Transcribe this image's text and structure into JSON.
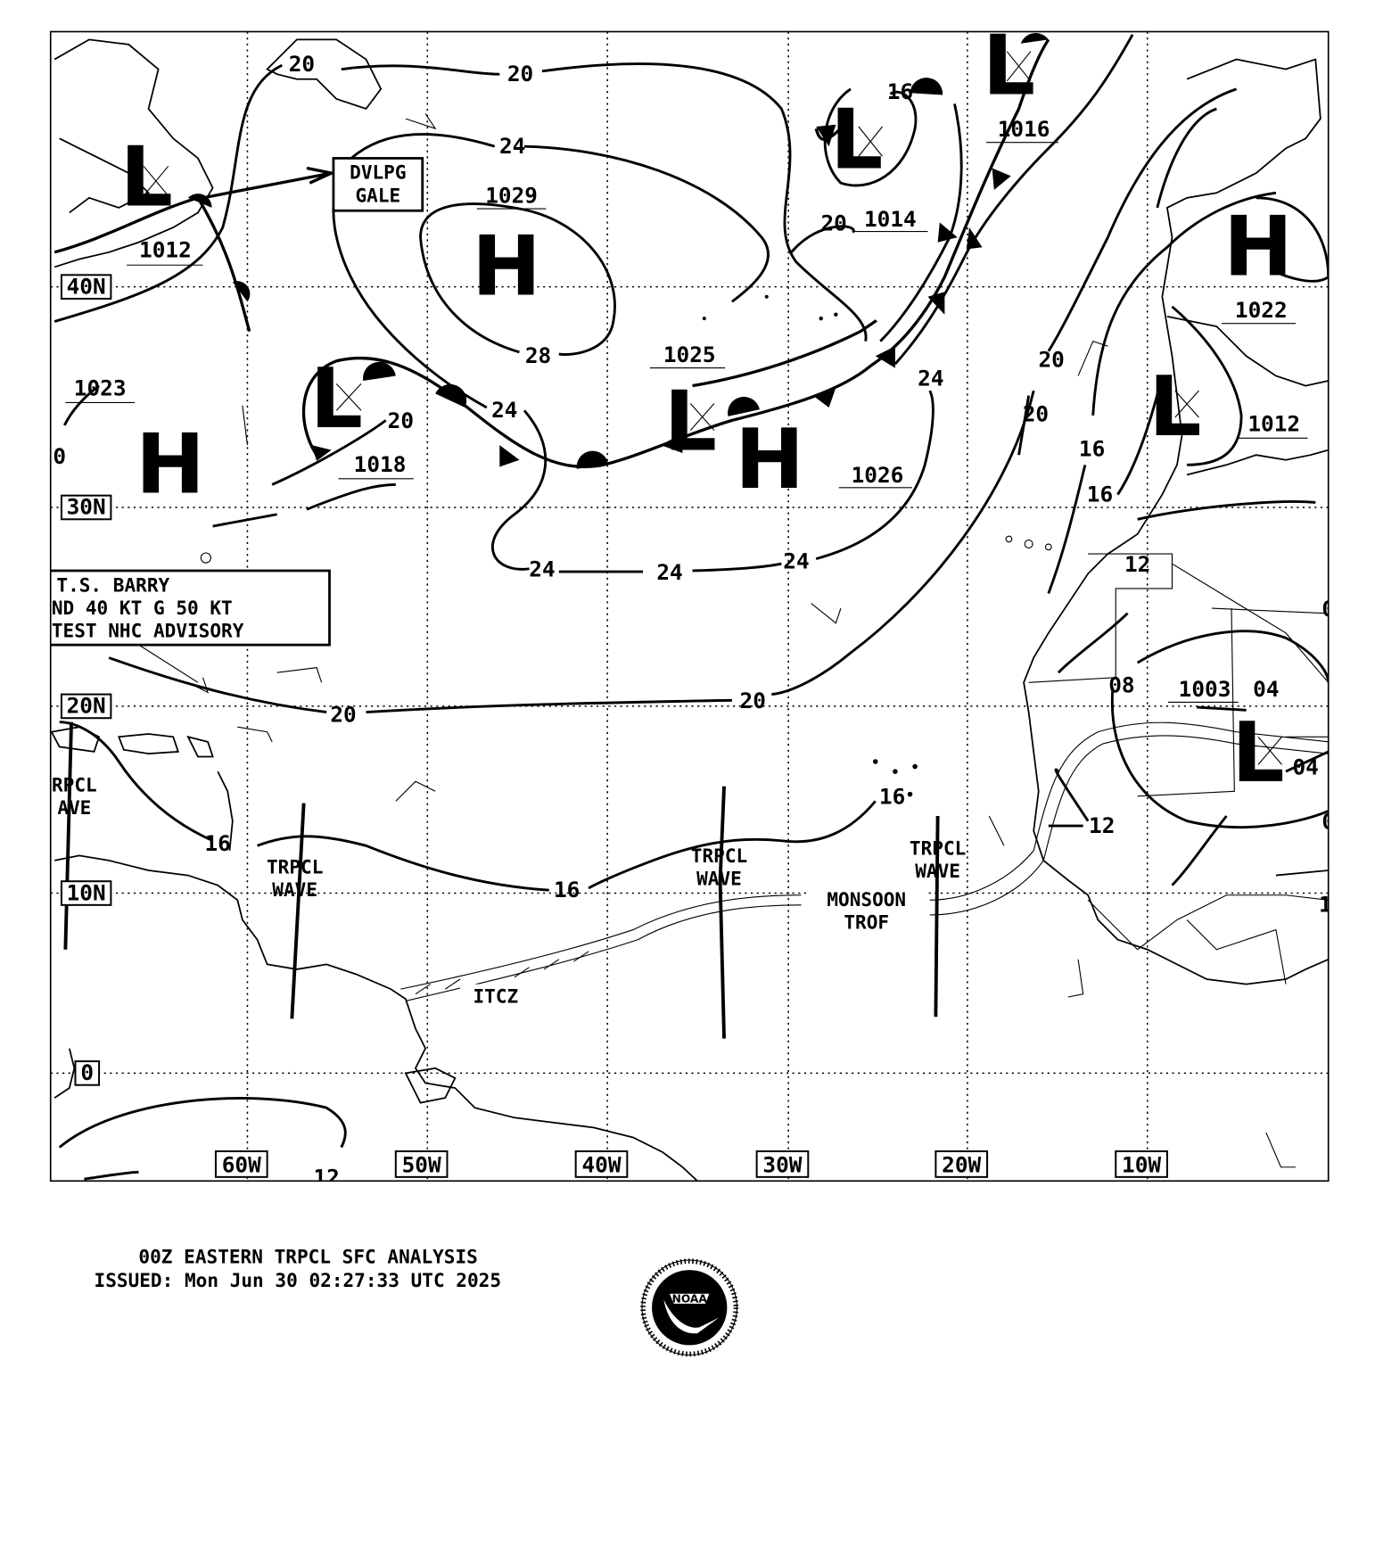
{
  "title": {
    "line1": "00Z EASTERN TRPCL SFC ANALYSIS",
    "line2": "ISSUED: Mon Jun 30 02:27:33 UTC 2025"
  },
  "logo": {
    "text": "NOAA",
    "ring_text": "NATIONAL OCEANIC AND ATMOSPHERIC ADMINISTRATION U.S. DEPARTMENT OF COMMERCE"
  },
  "grid": {
    "lat_labels": [
      "40N",
      "30N",
      "20N",
      "10N",
      "0"
    ],
    "lon_labels": [
      "60W",
      "50W",
      "40W",
      "30W",
      "20W",
      "10W"
    ]
  },
  "pressure_centers": [
    {
      "type": "L",
      "pressure": "1012"
    },
    {
      "type": "L",
      "pressure": "1014"
    },
    {
      "type": "L",
      "pressure": "1016"
    },
    {
      "type": "H",
      "pressure": "1029"
    },
    {
      "type": "L",
      "pressure": "1018"
    },
    {
      "type": "L",
      "pressure": "1025"
    },
    {
      "type": "H",
      "pressure": "1026"
    },
    {
      "type": "H",
      "pressure": "1023"
    },
    {
      "type": "H",
      "pressure": "1022"
    },
    {
      "type": "L",
      "pressure": "1012"
    },
    {
      "type": "L",
      "pressure": "1003"
    }
  ],
  "isobar_labels": [
    "20",
    "20",
    "24",
    "28",
    "24",
    "20",
    "20",
    "16",
    "24",
    "24",
    "24",
    "24",
    "20",
    "20",
    "16",
    "16",
    "12",
    "08",
    "04",
    "04",
    "20",
    "20",
    "16",
    "16",
    "12",
    "16",
    "12",
    "0",
    "0",
    "0",
    "1"
  ],
  "annotations": {
    "gale": [
      "DVLPG",
      "GALE"
    ],
    "storm": [
      "T.S. BARRY",
      "ND 40 KT G 50 KT",
      "TEST NHC ADVISORY"
    ],
    "wave1": [
      "RPCL",
      "AVE"
    ],
    "wave2": [
      "TRPCL",
      "WAVE"
    ],
    "wave3": [
      "TRPCL",
      "WAVE"
    ],
    "wave4": [
      "TRPCL",
      "WAVE"
    ],
    "monsoon": [
      "MONSOON",
      "TROF"
    ],
    "itcz": "ITCZ"
  }
}
